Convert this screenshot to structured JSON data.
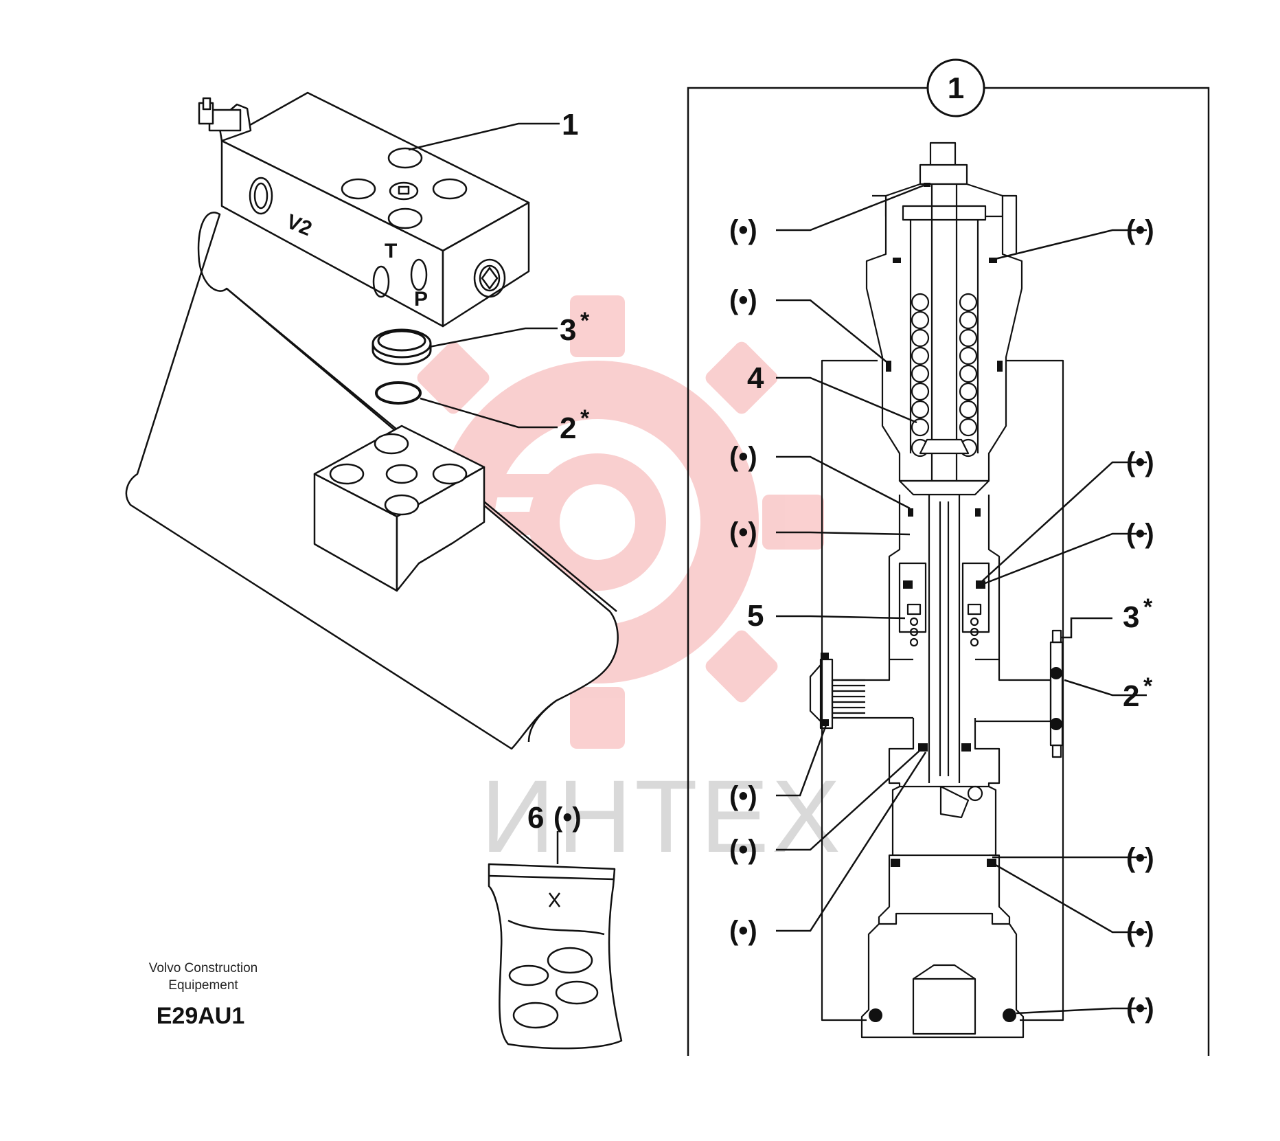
{
  "watermark": {
    "text": "ИНТЕХ",
    "color": "#f4b6b6"
  },
  "valve_block": {
    "label": "1",
    "ports": [
      "V2",
      "T",
      "P"
    ]
  },
  "ring_3": {
    "label": "3",
    "mark": "*"
  },
  "oring_2": {
    "label": "2",
    "mark": "*"
  },
  "kit_bag": {
    "label": "6",
    "mark": "(•)"
  },
  "section": {
    "badge": "1",
    "seal_mark": "(•)",
    "spring_label": "4",
    "poppet_label": "5",
    "ring_label": "3",
    "oring_label": "2",
    "star": "*"
  },
  "credit": {
    "line1": "Volvo Construction",
    "line2": "Equipement",
    "code": "E29AU1"
  }
}
